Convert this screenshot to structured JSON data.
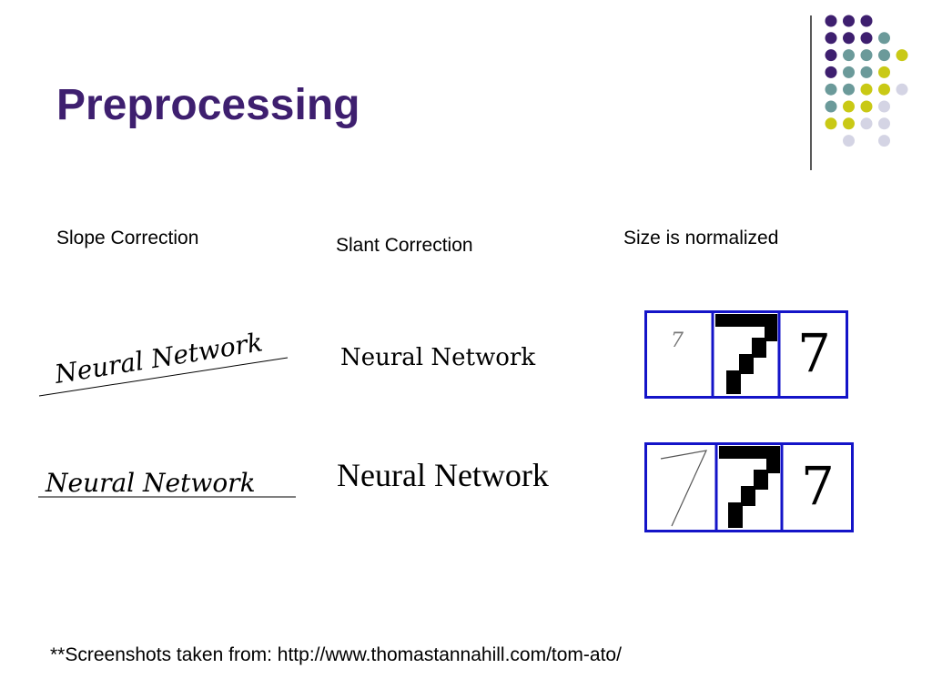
{
  "slide": {
    "title": "Preprocessing",
    "labels": {
      "slope": "Slope Correction",
      "slant": "Slant Correction",
      "size": "Size is normalized"
    },
    "typed_text": "Neural Network",
    "handwriting_text": "Neural Network",
    "digit": "7",
    "footer": "**Screenshots taken from: http://www.thomastannahill.com/tom-ato/"
  },
  "colors": {
    "title": "#3e1f6f",
    "dot_purple": "#3e1f6f",
    "dot_teal": "#6b9a9a",
    "dot_yellow": "#c9c915",
    "dot_lavender": "#d4d4e4",
    "box_border": "#1414c8"
  }
}
